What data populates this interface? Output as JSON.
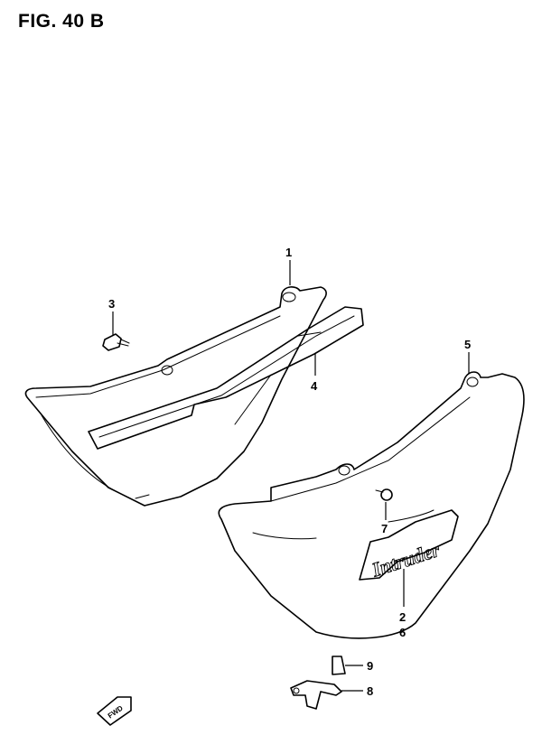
{
  "figure": {
    "title": "FIG. 40 B"
  },
  "callouts": [
    {
      "id": "1",
      "label": "1"
    },
    {
      "id": "2",
      "label": "2"
    },
    {
      "id": "3",
      "label": "3"
    },
    {
      "id": "4",
      "label": "4"
    },
    {
      "id": "5",
      "label": "5"
    },
    {
      "id": "6",
      "label": "6"
    },
    {
      "id": "7",
      "label": "7"
    },
    {
      "id": "8",
      "label": "8"
    },
    {
      "id": "9",
      "label": "9"
    }
  ],
  "direction_marker": {
    "label": "FWD"
  },
  "emblem": {
    "text": "Intruder"
  },
  "colors": {
    "ink": "#000000",
    "paper": "#ffffff"
  }
}
